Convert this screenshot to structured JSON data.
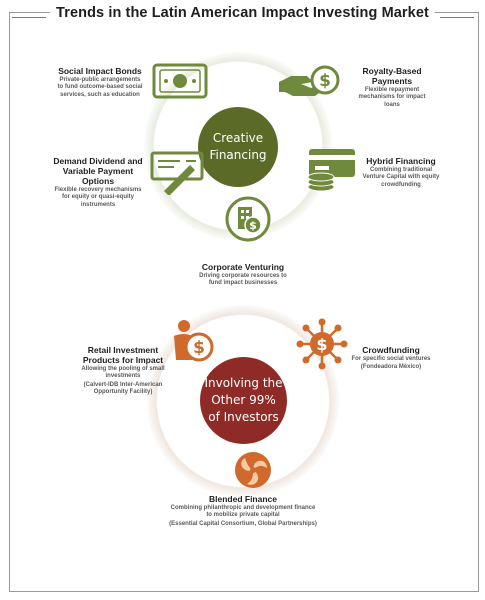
{
  "title": "Trends in the Latin American Impact Investing Market",
  "hubs": {
    "creative": "Creative\nFinancing",
    "investors": "Involving the\nOther 99%\nof Investors"
  },
  "items": {
    "social_impact_bonds": {
      "title": "Social Impact Bonds",
      "desc": "Private-public arrangements to fund outcome-based social services, such as education"
    },
    "royalty": {
      "title": "Royalty-Based Payments",
      "desc": "Flexible repayment mechanisms for impact loans"
    },
    "demand_dividend": {
      "title": "Demand Dividend and Variable Payment Options",
      "desc": "Flexible recovery mechanisms for equity or quasi-equity instruments"
    },
    "hybrid": {
      "title": "Hybrid Financing",
      "desc": "Combining traditional Venture Capital with equity crowdfunding"
    },
    "corporate": {
      "title": "Corporate Venturing",
      "desc": "Driving corporate resources to fund impact businesses"
    },
    "retail": {
      "title": "Retail Investment Products for Impact",
      "desc": "Allowing the pooling of small investments",
      "example": "(Calvert-IDB Inter-American Opportunity Facility)"
    },
    "crowdfunding": {
      "title": "Crowdfunding",
      "desc": "For specific social ventures",
      "example": "(Fondeadora México)"
    },
    "blended": {
      "title": "Blended Finance",
      "desc": "Combining philanthropic and development finance to mobilize private capital",
      "example": "(Essential Capital Consortium, Global Partnerships)"
    }
  },
  "colors": {
    "green": "#5b6a27",
    "green_icon": "#6f8a3c",
    "red": "#8e2b26",
    "orange": "#cf6a2c"
  },
  "icons": {
    "social_impact_bonds": "banknote-icon",
    "royalty": "hand-dollar-coin-icon",
    "demand_dividend": "check-pen-icon",
    "hybrid": "card-coins-icon",
    "corporate": "building-dollar-icon",
    "retail": "person-dollar-icon",
    "crowdfunding": "network-dollar-icon",
    "blended": "swirl-icon"
  }
}
